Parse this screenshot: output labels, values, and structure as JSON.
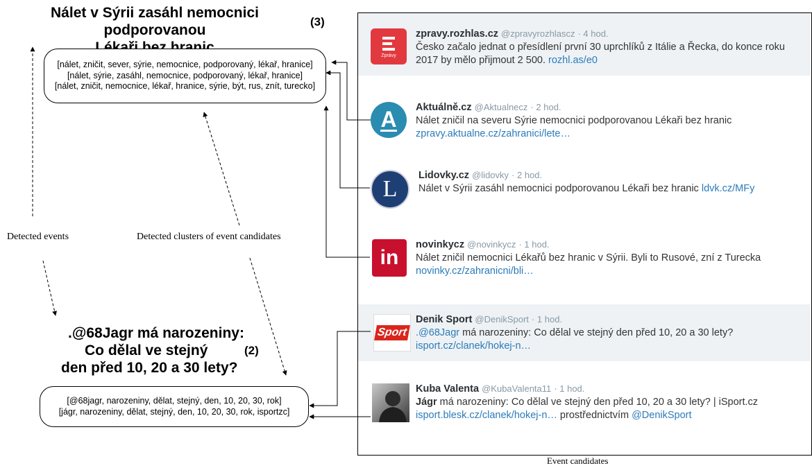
{
  "top_event": {
    "title_line1": "Nálet v Sýrii zasáhl nemocnici podporovanou",
    "title_line2": "Lékaři bez hranic",
    "count": "(3)"
  },
  "top_cluster": {
    "lines": [
      "[nálet, zničit, sever, sýrie, nemocnice, podporovaný, lékař, hranice]",
      "[nálet, sýrie, zasáhl, nemocnice, podporovaný, lékař, hranice]",
      "[nálet, zničit, nemocnice, lékař, hranice, sýrie, být, rus, znít, turecko]"
    ]
  },
  "labels": {
    "detected_events": "Detected events",
    "detected_clusters": "Detected clusters of event candidates",
    "event_candidates": "Event candidates"
  },
  "bottom_event": {
    "title_line1": ".@68Jagr má narozeniny:",
    "title_line2": "Co dělal ve stejný",
    "title_line3": "den před 10, 20 a 30 lety?",
    "count": "(2)"
  },
  "bottom_cluster": {
    "lines": [
      "[@68jagr, narozeniny, dělat, stejný, den, 10, 20, 30, rok]",
      "[jágr, narozeniny, dělat, stejný, den, 10, 20, 30, rok, isportzc]"
    ]
  },
  "tweets": [
    {
      "name": "zpravy.rozhlas.cz",
      "handle": "@zpravyrozhlascz",
      "time": "· 4 hod.",
      "text": "Česko začalo jednat o přesídlení první 30 uprchlíků z Itálie a Řecka, do konce roku 2017 by mělo přijmout 2 500.",
      "link": "rozhl.as/e0",
      "avatar_label": "Zprávy",
      "avatar_color": "#e2393f"
    },
    {
      "name": "Aktuálně.cz",
      "handle": "@Aktualnecz",
      "time": "· 2 hod.",
      "text": "Nálet zničil na severu Sýrie nemocnici podporovanou Lékaři bez hranic",
      "link": "zpravy.aktualne.cz/zahranici/lete…",
      "avatar_label": "A",
      "avatar_color": "#2a8cb0"
    },
    {
      "name": "Lidovky.cz",
      "handle": "@lidovky",
      "time": "· 2 hod.",
      "text": "Nálet v Sýrii zasáhl nemocnici podporovanou Lékaři bez hranic",
      "link": "ldvk.cz/MFy",
      "avatar_label": "L",
      "avatar_color": "#1e3f73"
    },
    {
      "name": "novinkycz",
      "handle": "@novinkycz",
      "time": "· 1 hod.",
      "text": "Nálet zničil nemocnici Lékařů bez hranic v Sýrii. Byli to Rusové, zní z Turecka",
      "link": "novinky.cz/zahranicni/bli…",
      "avatar_label": "in",
      "avatar_color": "#c8102e"
    },
    {
      "name": "Denik Sport",
      "handle": "@DenikSport",
      "time": "· 1 hod.",
      "text_prefix": ".",
      "text_mention": "@68Jagr",
      "text": " má narozeniny: Co dělal ve stejný den před 10, 20 a 30 lety?",
      "link": "isport.cz/clanek/hokej-n…",
      "avatar_label": "Sport",
      "avatar_color": "#d9261c"
    },
    {
      "name": "Kuba Valenta",
      "handle": "@KubaValenta11",
      "time": "· 1 hod.",
      "text_bold": "Jágr",
      "text": " má narozeniny: Co dělal ve stejný den před 10, 20 a 30 lety? | iSport.cz",
      "link": "isport.blesk.cz/clanek/hokej-n…",
      "suffix": " prostřednictvím ",
      "suffix_mention": "@DenikSport",
      "avatar_label": "",
      "avatar_color": "#6f6f6f"
    }
  ]
}
